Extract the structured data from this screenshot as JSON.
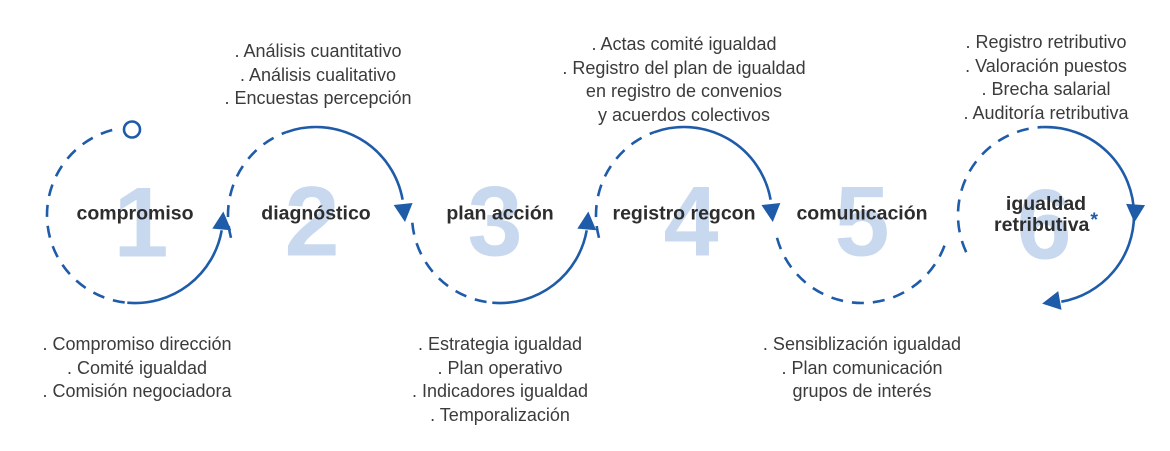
{
  "palette": {
    "arc_blue": "#1e5ba8",
    "number_light_blue": "#c8d9ef",
    "label_color": "#2d2d2d",
    "note_color": "#3b3b3b",
    "background": "#ffffff"
  },
  "steps": [
    {
      "number": "1",
      "label": "compromiso"
    },
    {
      "number": "2",
      "label": "diagnóstico"
    },
    {
      "number": "3",
      "label": "plan acción"
    },
    {
      "number": "4",
      "label": "registro regcon"
    },
    {
      "number": "5",
      "label": "comunicación"
    },
    {
      "number": "6",
      "label_line1": "igualdad",
      "label_line2": "retributiva",
      "asterisk": "*"
    }
  ],
  "notes_above": [
    {
      "for_step": "diagnóstico",
      "lines": [
        ". Análisis cuantitativo",
        ". Análisis cualitativo",
        ". Encuestas percepción"
      ]
    },
    {
      "for_step": "registro regcon",
      "lines": [
        ". Actas comité igualdad",
        ". Registro del plan de igualdad",
        "en registro de convenios",
        "y acuerdos colectivos"
      ]
    },
    {
      "for_step": "igualdad retributiva",
      "lines": [
        ". Registro retributivo",
        ". Valoración puestos",
        ". Brecha salarial",
        ". Auditoría retributiva"
      ]
    }
  ],
  "notes_below": [
    {
      "for_step": "compromiso",
      "lines": [
        ". Compromiso dirección",
        ". Comité igualdad",
        ". Comisión negociadora"
      ]
    },
    {
      "for_step": "plan acción",
      "lines": [
        ". Estrategia igualdad",
        ". Plan operativo",
        ". Indicadores igualdad",
        ". Temporalización"
      ]
    },
    {
      "for_step": "comunicación",
      "lines": [
        ". Sensiblización igualdad",
        ". Plan comunicación",
        "grupos de interés"
      ]
    }
  ]
}
